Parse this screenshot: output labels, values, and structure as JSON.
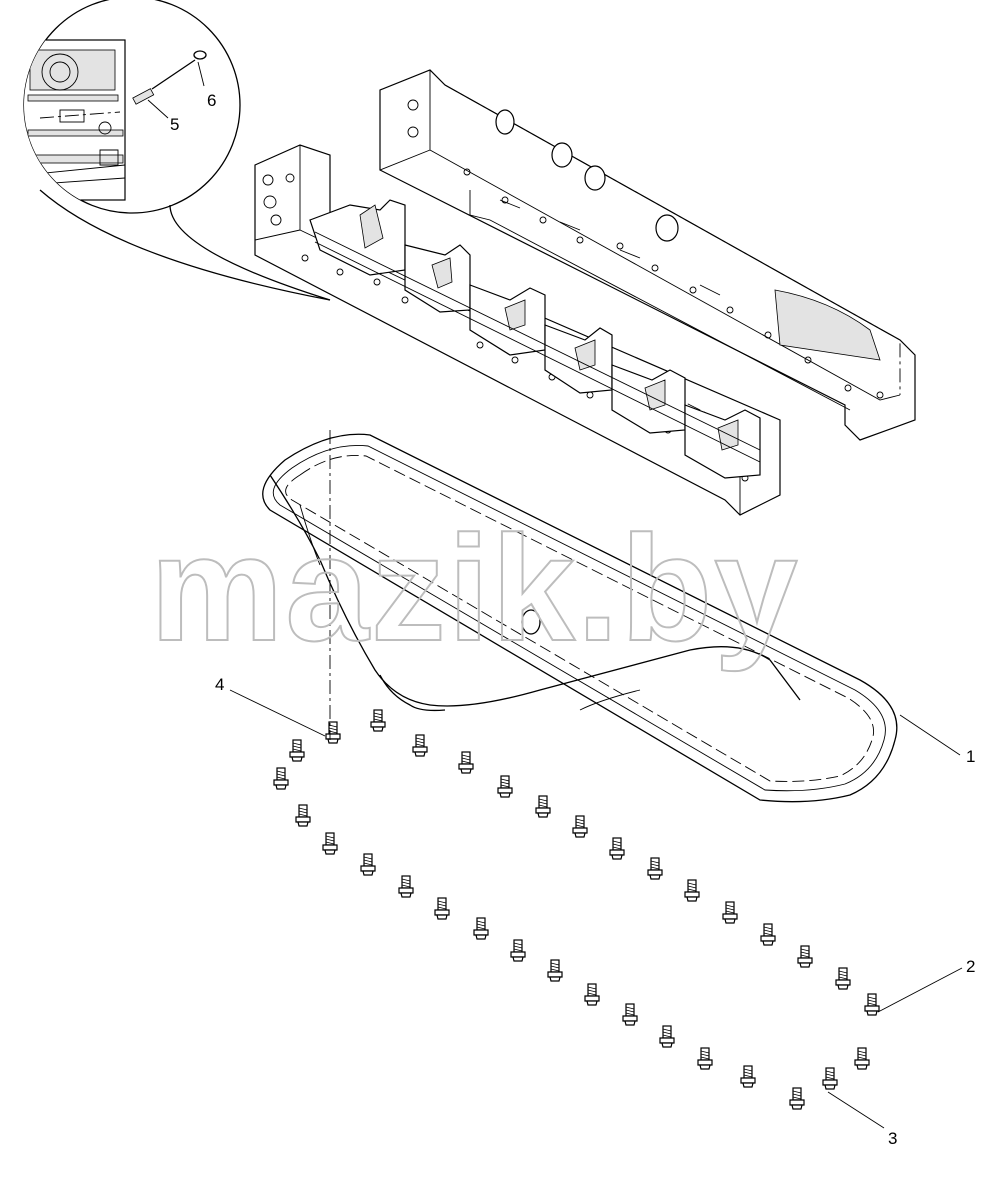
{
  "watermark": "mazik.by",
  "callouts": [
    {
      "id": "1",
      "label": "1"
    },
    {
      "id": "2",
      "label": "2"
    },
    {
      "id": "3",
      "label": "3"
    },
    {
      "id": "4",
      "label": "4"
    },
    {
      "id": "5",
      "label": "5"
    },
    {
      "id": "6",
      "label": "6"
    }
  ]
}
